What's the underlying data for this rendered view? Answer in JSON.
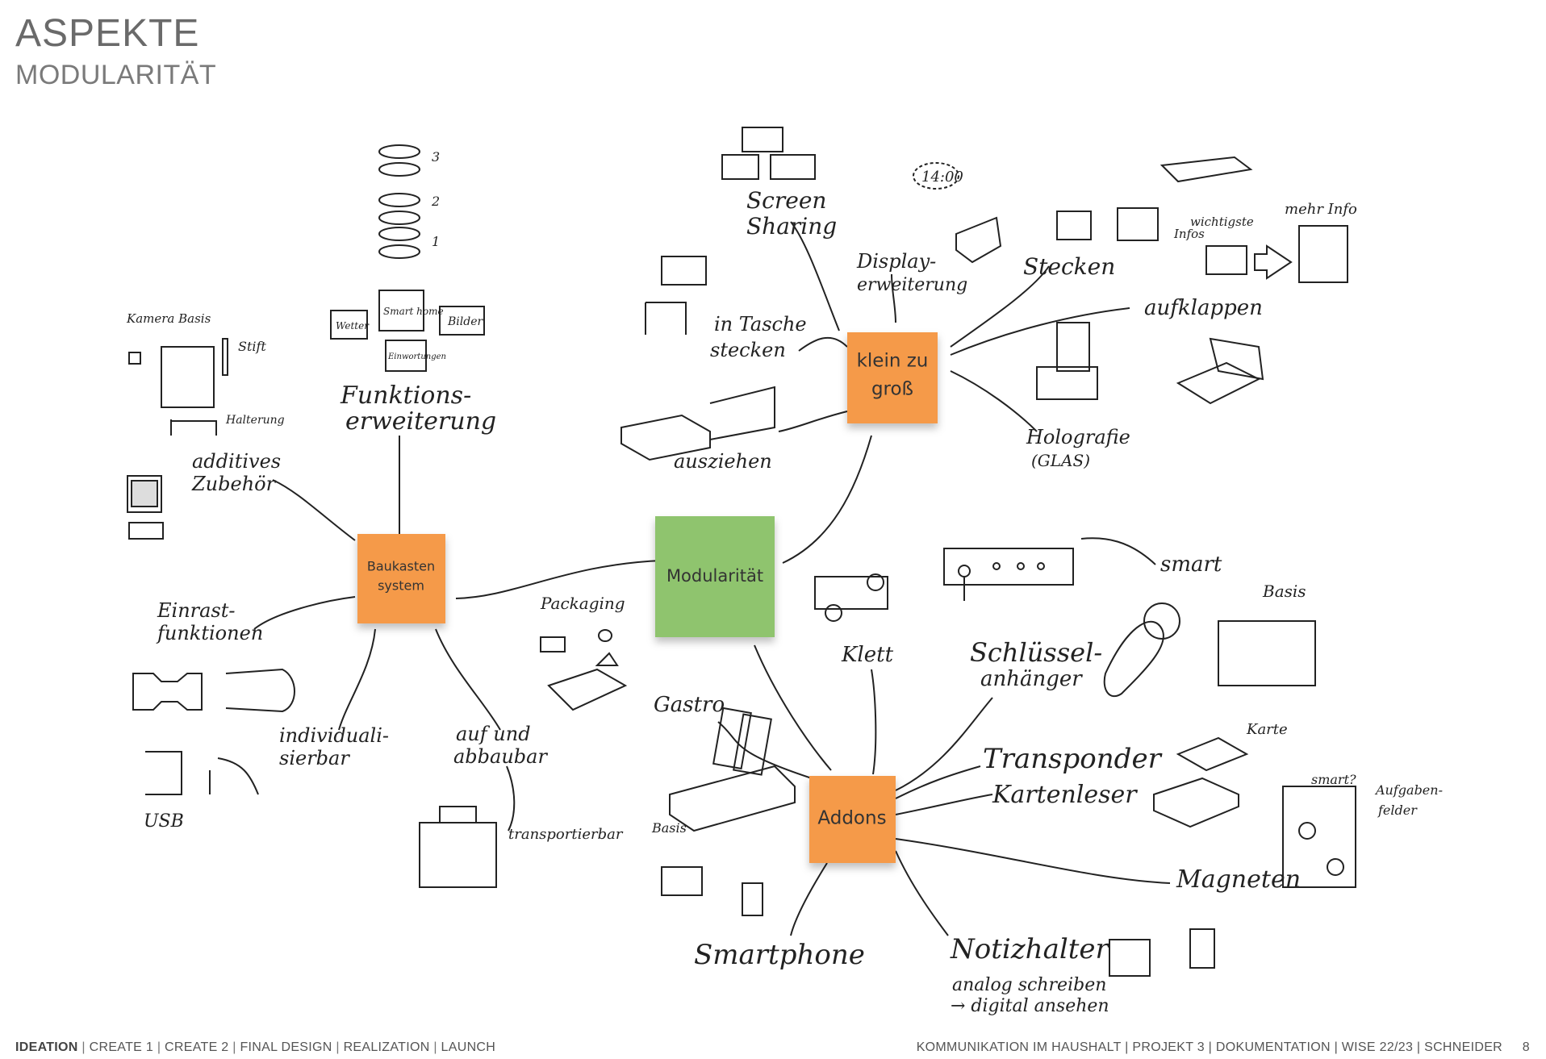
{
  "header": {
    "title": "ASPEKTE",
    "subtitle": "MODULARITÄT"
  },
  "mindmap": {
    "center": "Modularität",
    "hubs": {
      "klein": [
        "klein zu",
        "groß"
      ],
      "baukasten": [
        "Baukasten",
        "system"
      ],
      "addons": "Addons"
    },
    "labels": {
      "screen_sharing": [
        "Screen",
        "Sharing"
      ],
      "display": [
        "Display-",
        "erweiterung"
      ],
      "stecken": "Stecken",
      "aufklappen": "aufklappen",
      "holografie": [
        "Holografie",
        "(GLAS)"
      ],
      "ausziehen": "ausziehen",
      "in_tasche": [
        "in Tasche",
        "stecken"
      ],
      "wichtigste": [
        "wichtigste",
        "Infos"
      ],
      "mehr_info": "mehr Info",
      "funktion": [
        "Funktions-",
        "erweiterung"
      ],
      "widgets": [
        "Wetter",
        "Smart home",
        "Bilder",
        "Einwortungen"
      ],
      "stack_numbers": [
        "3",
        "2",
        "1"
      ],
      "kamera_basis": "Kamera Basis",
      "stift": "Stift",
      "halterung": "Halterung",
      "additives": [
        "additives",
        "Zubehör"
      ],
      "einrast": [
        "Einrast-",
        "funktionen"
      ],
      "individual": [
        "individuali-",
        "sierbar"
      ],
      "auf_abbau": [
        "auf und",
        "abbaubar"
      ],
      "transport": "transportierbar",
      "usb": "USB",
      "packaging": "Packaging",
      "gastro": "Gastro",
      "klett": "Klett",
      "smart": "smart",
      "basis_r": "Basis",
      "schluessel": [
        "Schlüssel-",
        "anhänger"
      ],
      "transponder": "Transponder",
      "kartenleser": "Kartenleser",
      "karte": "Karte",
      "smart_q": "smart?",
      "aufgaben": [
        "Aufgaben-",
        "felder"
      ],
      "magneten": "Magneten",
      "notizhalter": "Notizhalter",
      "analog": [
        "analog schreiben",
        "→ digital ansehen"
      ],
      "basis_sp": "Basis",
      "smartphone": "Smartphone",
      "clock": "14:00"
    }
  },
  "footer": {
    "nav": [
      "IDEATION",
      "CREATE 1",
      "CREATE 2",
      "FINAL DESIGN",
      "REALIZATION",
      "LAUNCH"
    ],
    "meta": "KOMMUNIKATION IM HAUSHALT | PROJEKT 3 | DOKUMENTATION | WISE 22/23 | SCHNEIDER",
    "page": "8"
  },
  "colors": {
    "sticky_orange": "#f59a4a",
    "sticky_green": "#8fc46e",
    "ink": "#222222"
  }
}
